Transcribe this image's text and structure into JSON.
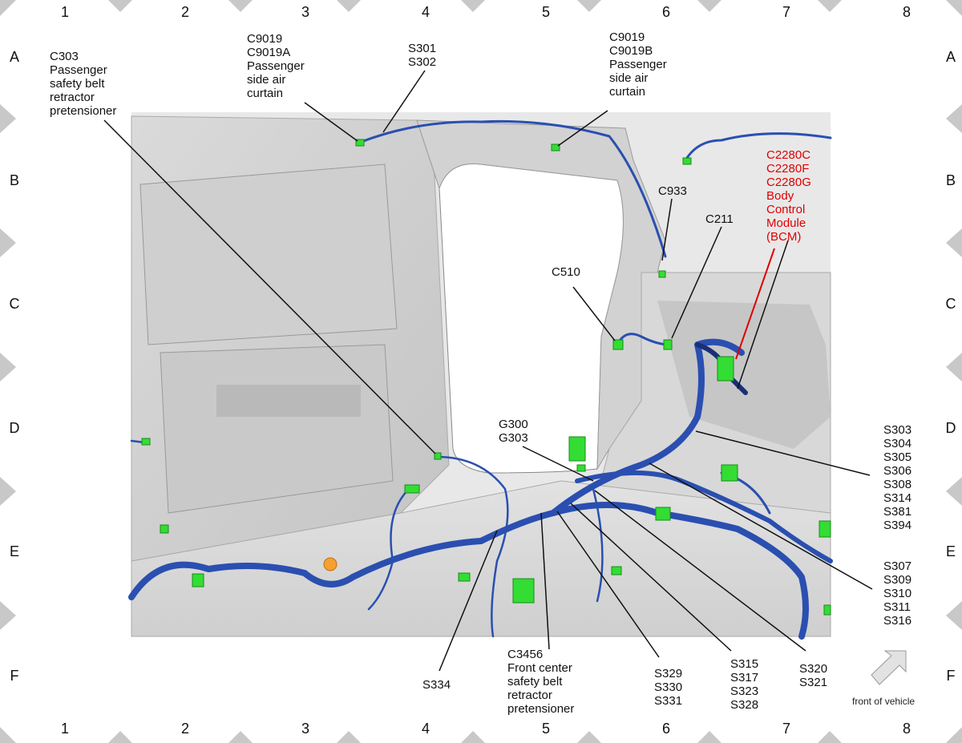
{
  "grid": {
    "columns": [
      "1",
      "2",
      "3",
      "4",
      "5",
      "6",
      "7",
      "8"
    ],
    "rows": [
      "A",
      "B",
      "C",
      "D",
      "E",
      "F"
    ]
  },
  "labels": {
    "c303": "C303\nPassenger\nsafety belt\nretractor\npretensioner",
    "c9019a": "C9019\nC9019A\nPassenger\nside air\ncurtain",
    "s301": "S301\nS302",
    "c9019b": "C9019\nC9019B\nPassenger\nside air\ncurtain",
    "bcm": "C2280C\nC2280F\nC2280G\nBody\nControl\nModule\n(BCM)",
    "c933": "C933",
    "c211": "C211",
    "c510": "C510",
    "g300": "G300\nG303",
    "s303": "S303\nS304\nS305\nS306\nS308\nS314\nS381\nS394",
    "s307": "S307\nS309\nS310\nS311\nS316",
    "s334": "S334",
    "c3456": "C3456\nFront center\nsafety belt\nretractor\npretensioner",
    "s329": "S329\nS330\nS331",
    "s315": "S315\nS317\nS323\nS328",
    "s320": "S320\nS321",
    "front": "front of vehicle"
  },
  "colors": {
    "harness": "#2a4fb0",
    "harness_dark": "#1a2f78",
    "connector": "#33dd33",
    "body_panel": "#d6d6d6",
    "bcm_label": "#e00000",
    "border_diamond": "#c8c8c8"
  }
}
